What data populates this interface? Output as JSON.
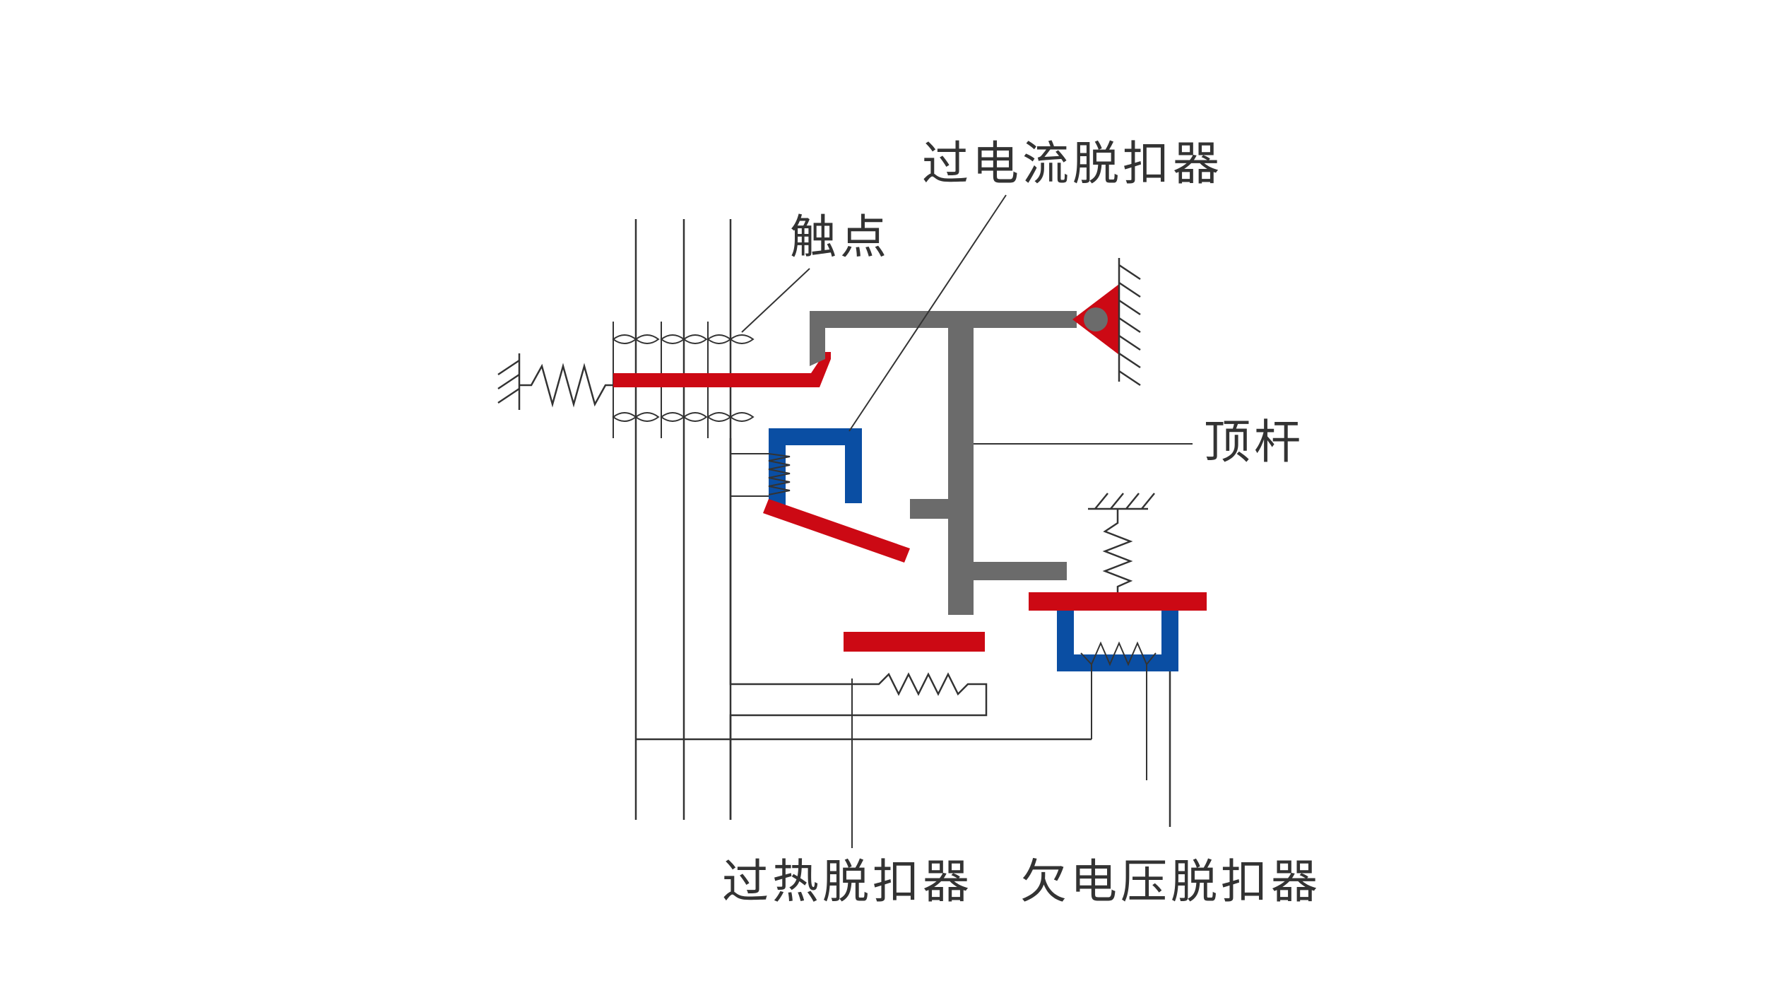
{
  "labels": {
    "overcurrent_release": "过电流脱扣器",
    "contacts": "触点",
    "push_rod": "顶杆",
    "overheat_release": "过热脱扣器",
    "undervoltage_release": "欠电压脱扣器"
  },
  "colors": {
    "background": "#ffffff",
    "red_part": "#cc0914",
    "blue_part": "#0a4ea3",
    "gray_rod": "#6b6b6b",
    "line": "#333333",
    "label_text": "#333333"
  }
}
